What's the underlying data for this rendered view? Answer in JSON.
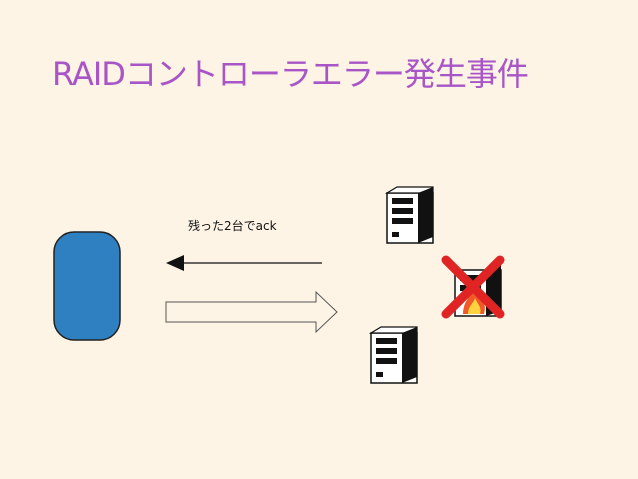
{
  "slide": {
    "title": "RAIDコントローラエラー発生事件",
    "caption": "残った2台でack"
  },
  "colors": {
    "background": "#fdf4e5",
    "title": "#a855c7",
    "client_fill": "#2f80c0",
    "error_cross": "#e02424",
    "fire": "#f05a28"
  },
  "icons": {
    "client": "client-node",
    "server": "server-tower-icon",
    "failure": "red-x-icon"
  }
}
